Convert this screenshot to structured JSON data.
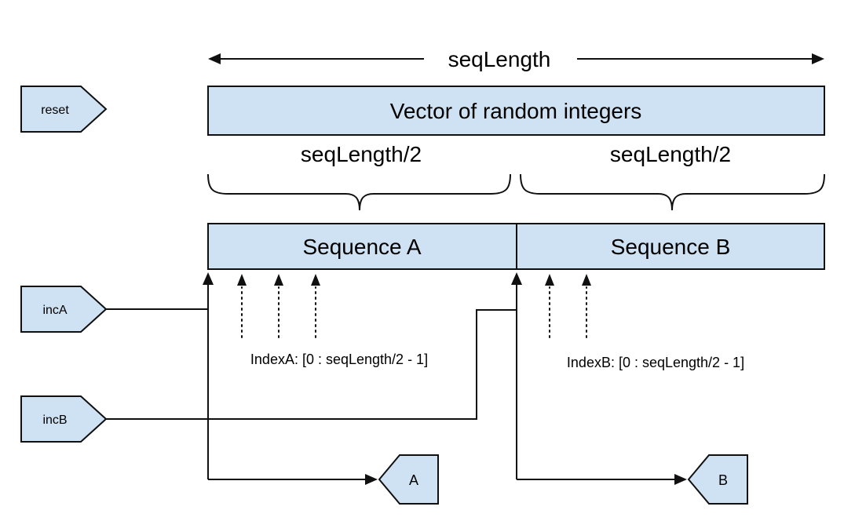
{
  "colors": {
    "box_fill": "#cfe2f3",
    "stroke": "#101010"
  },
  "labels": {
    "seq_length": "seqLength",
    "vector": "Vector of random integers",
    "half_left": "seqLength/2",
    "half_right": "seqLength/2",
    "sequence_a": "Sequence A",
    "sequence_b": "Sequence B",
    "index_a": "IndexA: [0 : seqLength/2 - 1]",
    "index_b": "IndexB: [0 : seqLength/2 - 1]"
  },
  "signals": {
    "reset": "reset",
    "inc_a": "incA",
    "inc_b": "incB"
  },
  "outputs": {
    "a": "A",
    "b": "B"
  }
}
